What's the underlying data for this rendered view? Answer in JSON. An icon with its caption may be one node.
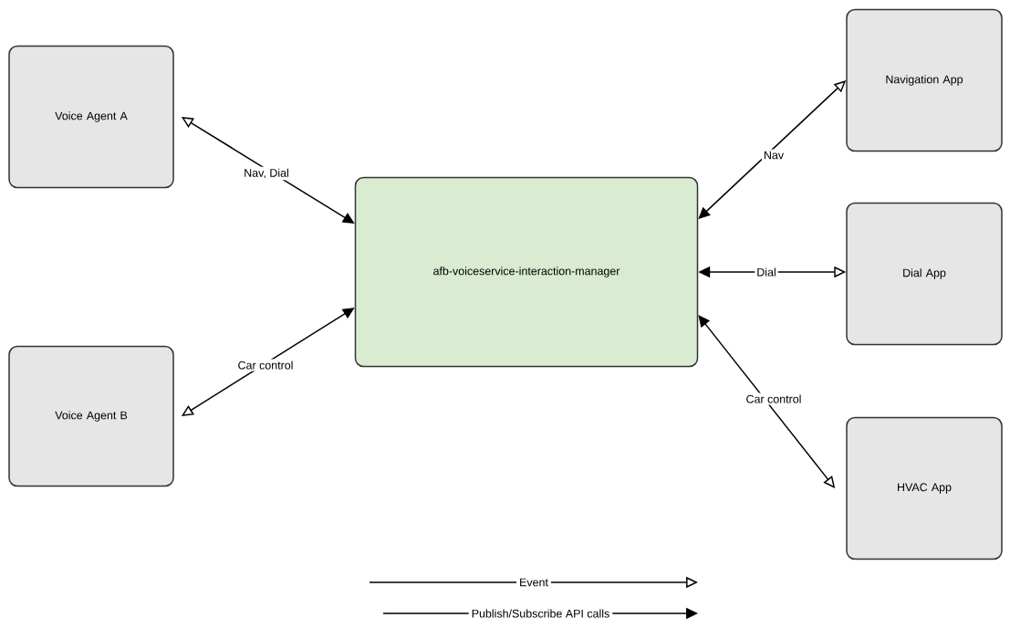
{
  "diagram": {
    "nodes": [
      {
        "text": [
          "Voice Agent A"
        ]
      },
      {
        "text": [
          "Voice Agent B"
        ]
      },
      {
        "text": [
          "afb-voiceservice-interaction-manager"
        ]
      },
      {
        "text": [
          "Navigation App"
        ]
      },
      {
        "text": [
          "Dial App"
        ]
      },
      {
        "text": [
          "HVAC App"
        ]
      }
    ],
    "edges": [
      {
        "from": 2,
        "to": 0,
        "arrow": "both",
        "label": "Nav, Dial"
      },
      {
        "from": 2,
        "to": 1,
        "arrow": "both",
        "label": "Car control"
      },
      {
        "from": 2,
        "to": 3,
        "arrow": "both",
        "label": "Nav"
      },
      {
        "from": 2,
        "to": 4,
        "arrow": "both",
        "label": "Dial"
      },
      {
        "from": 2,
        "to": 5,
        "arrow": "both",
        "label": "Car control"
      }
    ],
    "legend": [
      {
        "text": "Event"
      },
      {
        "text": "Publish/Subscribe API calls"
      }
    ]
  }
}
